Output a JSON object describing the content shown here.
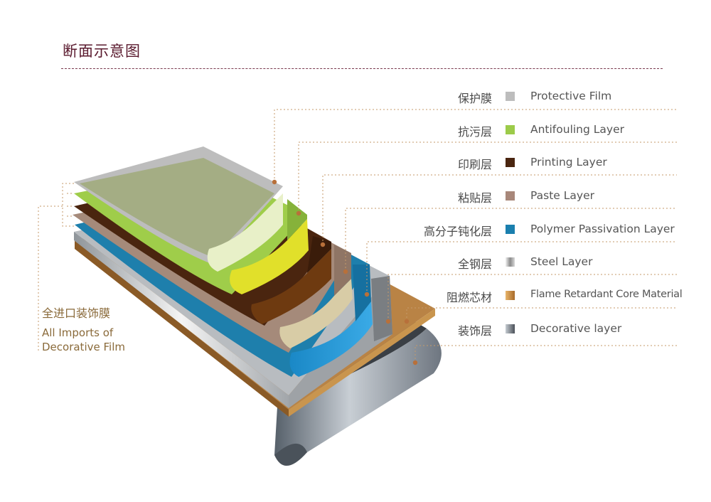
{
  "title": "断面示意图",
  "side_note": {
    "zh": "全进口装饰膜",
    "en_line1": "All Imports of",
    "en_line2": "Decorative Film"
  },
  "layers": [
    {
      "zh": "保护膜",
      "en": "Protective Film",
      "color": "#bdbdbd"
    },
    {
      "zh": "抗污层",
      "en": "Antifouling Layer",
      "color": "#9ccb4a"
    },
    {
      "zh": "印刷层",
      "en": "Printing Layer",
      "color": "#4a2510"
    },
    {
      "zh": "粘贴层",
      "en": "Paste Layer",
      "color": "#a8877a"
    },
    {
      "zh": "高分子钝化层",
      "en": "Polymer Passivation Layer",
      "color": "#1a7fae"
    },
    {
      "zh": "全钢层",
      "en": "Steel Layer",
      "color": "#9a9a9a"
    },
    {
      "zh": "阻燃芯材",
      "en": "Flame Retardant Core Material",
      "color": "#c8863a"
    },
    {
      "zh": "装饰层",
      "en": "Decorative layer",
      "color": "#6a7078"
    }
  ],
  "colors": {
    "title": "#5a1a2e",
    "leader": "#c59a6a",
    "dot": "#b8703a"
  }
}
